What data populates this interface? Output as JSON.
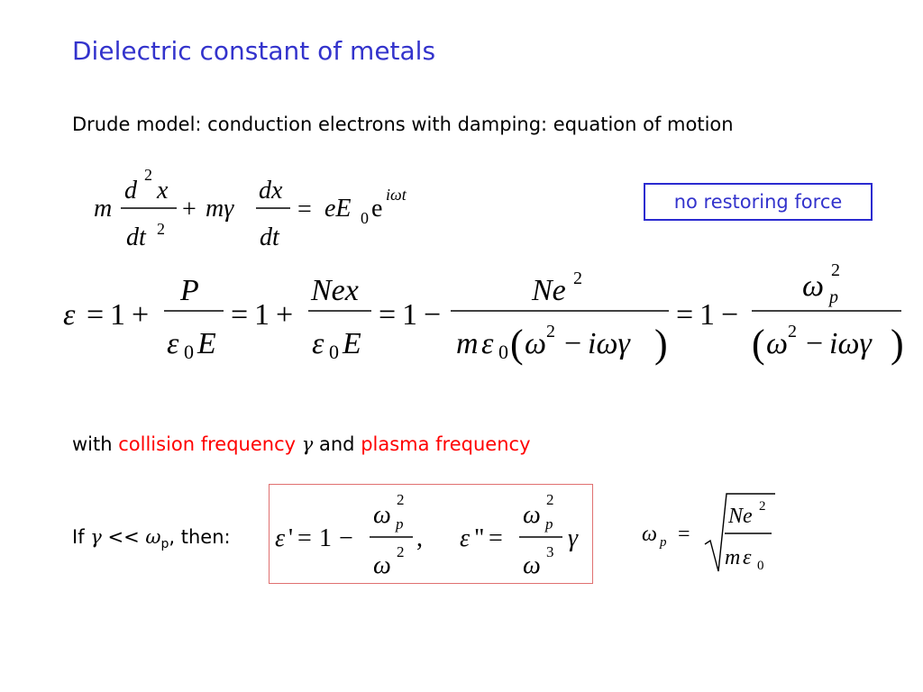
{
  "slide": {
    "title": "Dielectric constant of metals",
    "subtitle": "Drude model: conduction electrons with damping: equation of motion",
    "note": "no restoring force",
    "with_prefix": "with ",
    "collision_label": "collision frequency",
    "gamma": "γ",
    "and": " and ",
    "plasma_label": "plasma frequency",
    "if_prefix": "If ",
    "if_cond": " << ",
    "omega": "ω",
    "p": "p",
    "then": ", then:"
  },
  "colors": {
    "title": "#3333cc",
    "note_text": "#3333cc",
    "note_border": "#2b2bd0",
    "highlight": "#ff0000",
    "result_border": "#e07070"
  },
  "equations": {
    "motion": {
      "m": "m",
      "d": "d",
      "two": "2",
      "x": "x",
      "dt": "dt",
      "plus": "+",
      "mgamma": "mγ",
      "dx": "dx",
      "eq": "=",
      "eE": "eE",
      "zero": "0",
      "e": "e",
      "iwt": "iωt"
    },
    "dielectric": {
      "eps": "ε",
      "eq": "=",
      "one": "1",
      "plus": "+",
      "minus": "−",
      "P": "P",
      "E": "E",
      "zero": "0",
      "Nex": "Nex",
      "Ne": "Ne",
      "two": "2",
      "m": "m",
      "w": "ω",
      "p": "p",
      "iwg": "iωγ",
      "lp": "(",
      "rp": ")",
      "three": "3",
      "comma": ","
    }
  }
}
